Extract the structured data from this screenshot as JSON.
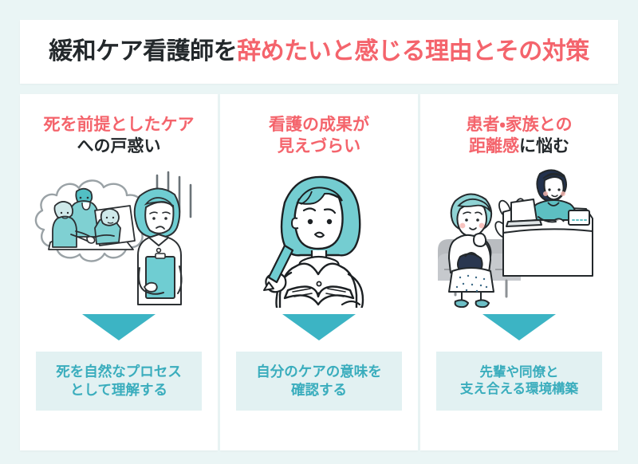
{
  "page": {
    "background_color": "#eaf5f5",
    "card_color": "#ffffff"
  },
  "colors": {
    "accent_red": "#f4646c",
    "accent_teal": "#3cb4c4",
    "solution_bg": "#e2f1f2",
    "solution_text": "#3aadbd",
    "heading_dark": "#23282b"
  },
  "header": {
    "title_plain": "緩和ケア看護師を",
    "title_accent": "辞めたいと感じる理由とその対策"
  },
  "columns": [
    {
      "id": "column-1",
      "heading_line1": "死を前提としたケア",
      "heading_line1_color": "red",
      "heading_line2": "への戸惑い",
      "heading_line2_color": "dark",
      "illustration_name": "nurse-with-clipboard-thought-bubble-illustration",
      "arrow_name": "down-arrow-icon",
      "solution_line1": "死を自然なプロセス",
      "solution_line2": "として理解する"
    },
    {
      "id": "column-2",
      "heading_line1": "看護の成果が",
      "heading_line1_color": "red",
      "heading_line2": "見えづらい",
      "heading_line2_color": "red",
      "illustration_name": "nurse-with-pen-and-notebook-illustration",
      "arrow_name": "down-arrow-icon",
      "solution_line1": "自分のケアの意味を",
      "solution_line2": "確認する"
    },
    {
      "id": "column-3",
      "heading_line1": "患者・家族との",
      "heading_line1_color": "red",
      "heading_line2_a": "距離感",
      "heading_line2_a_color": "red",
      "heading_line2_b": "に悩む",
      "heading_line2_b_color": "dark",
      "illustration_name": "patient-on-sofa-and-reception-desk-illustration",
      "arrow_name": "down-arrow-icon",
      "solution_line1": "先輩や同僚と",
      "solution_line2": "支え合える環境構築"
    }
  ]
}
